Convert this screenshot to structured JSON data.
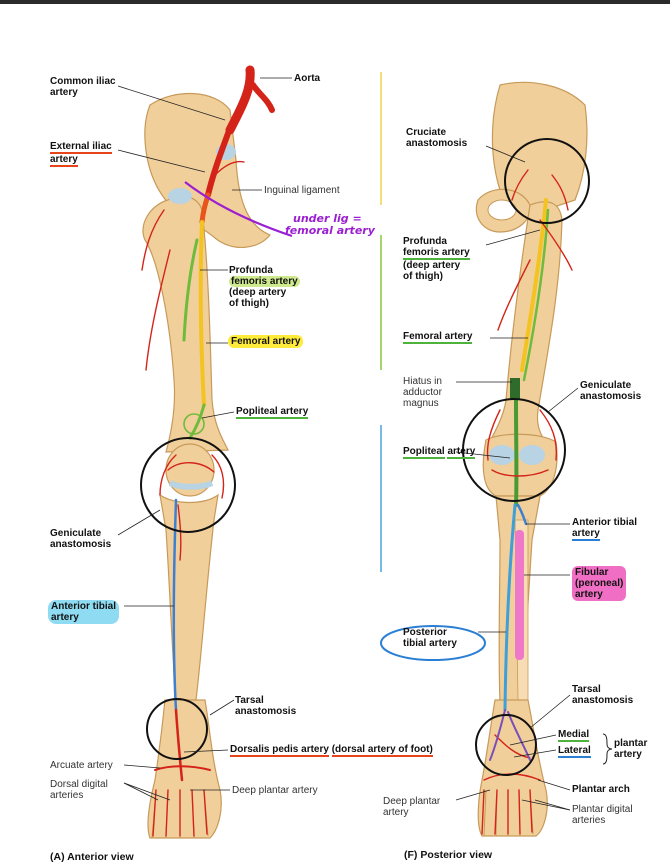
{
  "anterior": {
    "caption": "(A) Anterior view",
    "aorta": "Aorta",
    "common_iliac": [
      "Common iliac",
      "artery"
    ],
    "external_iliac": [
      "External iliac",
      "artery"
    ],
    "inguinal_ligament": "Inguinal ligament",
    "profunda": [
      "Profunda",
      "femoris artery",
      "(deep artery",
      "of thigh)"
    ],
    "femoral": "Femoral artery",
    "popliteal": "Popliteal artery",
    "geniculate": [
      "Geniculate",
      "anastomosis"
    ],
    "anterior_tibial": [
      "Anterior tibial",
      "artery"
    ],
    "tarsal": [
      "Tarsal",
      "anastomosis"
    ],
    "dorsalis_pedis": [
      "Dorsalis pedis artery",
      "(dorsal artery of foot)"
    ],
    "arcuate": "Arcuate artery",
    "dorsal_digital": [
      "Dorsal digital",
      "arteries"
    ],
    "deep_plantar": "Deep plantar artery"
  },
  "posterior": {
    "caption": "(F) Posterior view",
    "cruciate": [
      "Cruciate",
      "anastomosis"
    ],
    "profunda": [
      "Profunda",
      "femoris artery",
      "(deep artery",
      "of thigh)"
    ],
    "femoral": "Femoral artery",
    "hiatus": [
      "Hiatus in",
      "adductor",
      "magnus"
    ],
    "geniculate": [
      "Geniculate",
      "anastomosis"
    ],
    "popliteal": [
      "Popliteal",
      "artery"
    ],
    "anterior_tibial": [
      "Anterior tibial",
      "artery"
    ],
    "fibular": [
      "Fibular",
      "(peroneal)",
      "artery"
    ],
    "posterior_tibial": [
      "Posterior",
      "tibial artery"
    ],
    "tarsal": [
      "Tarsal",
      "anastomosis"
    ],
    "medial": "Medial",
    "lateral": "Lateral",
    "plantar_artery": [
      "plantar",
      "artery"
    ],
    "plantar_arch": "Plantar arch",
    "plantar_digital": [
      "Plantar digital",
      "arteries"
    ],
    "deep_plantar": [
      "Deep plantar",
      "artery"
    ]
  },
  "annotation": {
    "handwritten": [
      "under lig =",
      "femoral artery"
    ]
  },
  "colors": {
    "bone": "#f1cf9a",
    "bone_edge": "#c79a5a",
    "artery_red": "#d4241a",
    "femoral_yellow": "#f2c321",
    "profunda_green": "#6fbb3c",
    "tibial_blue": "#3f7fcf",
    "fibular_pink": "#ef79c8",
    "annotation_purple": "#9b1fd1"
  }
}
